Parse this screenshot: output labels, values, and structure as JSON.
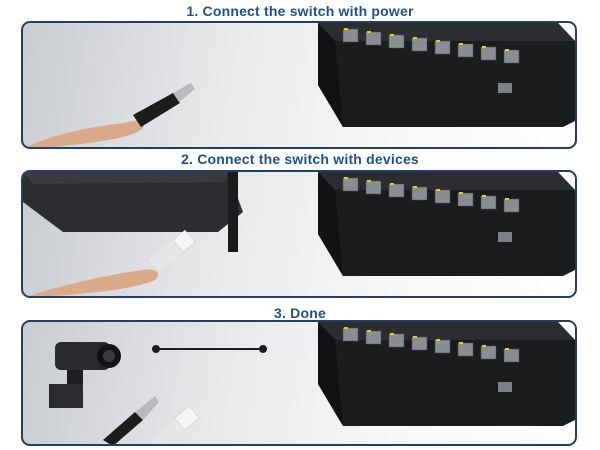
{
  "steps": [
    {
      "title": "1. Connect the switch with power"
    },
    {
      "title": "2. Connect the switch with devices"
    },
    {
      "title": "3. Done"
    }
  ],
  "colors": {
    "title": "#1f4f8c",
    "panel_border": "#233f66",
    "switch_body": "#1b1c1e",
    "port_led": "#e8d400"
  },
  "icons": {
    "switch": "network-switch-icon",
    "power_plug": "dc-power-plug-icon",
    "ethernet_plug": "rj45-plug-icon",
    "router": "router-icon",
    "camera": "cctv-camera-icon"
  }
}
